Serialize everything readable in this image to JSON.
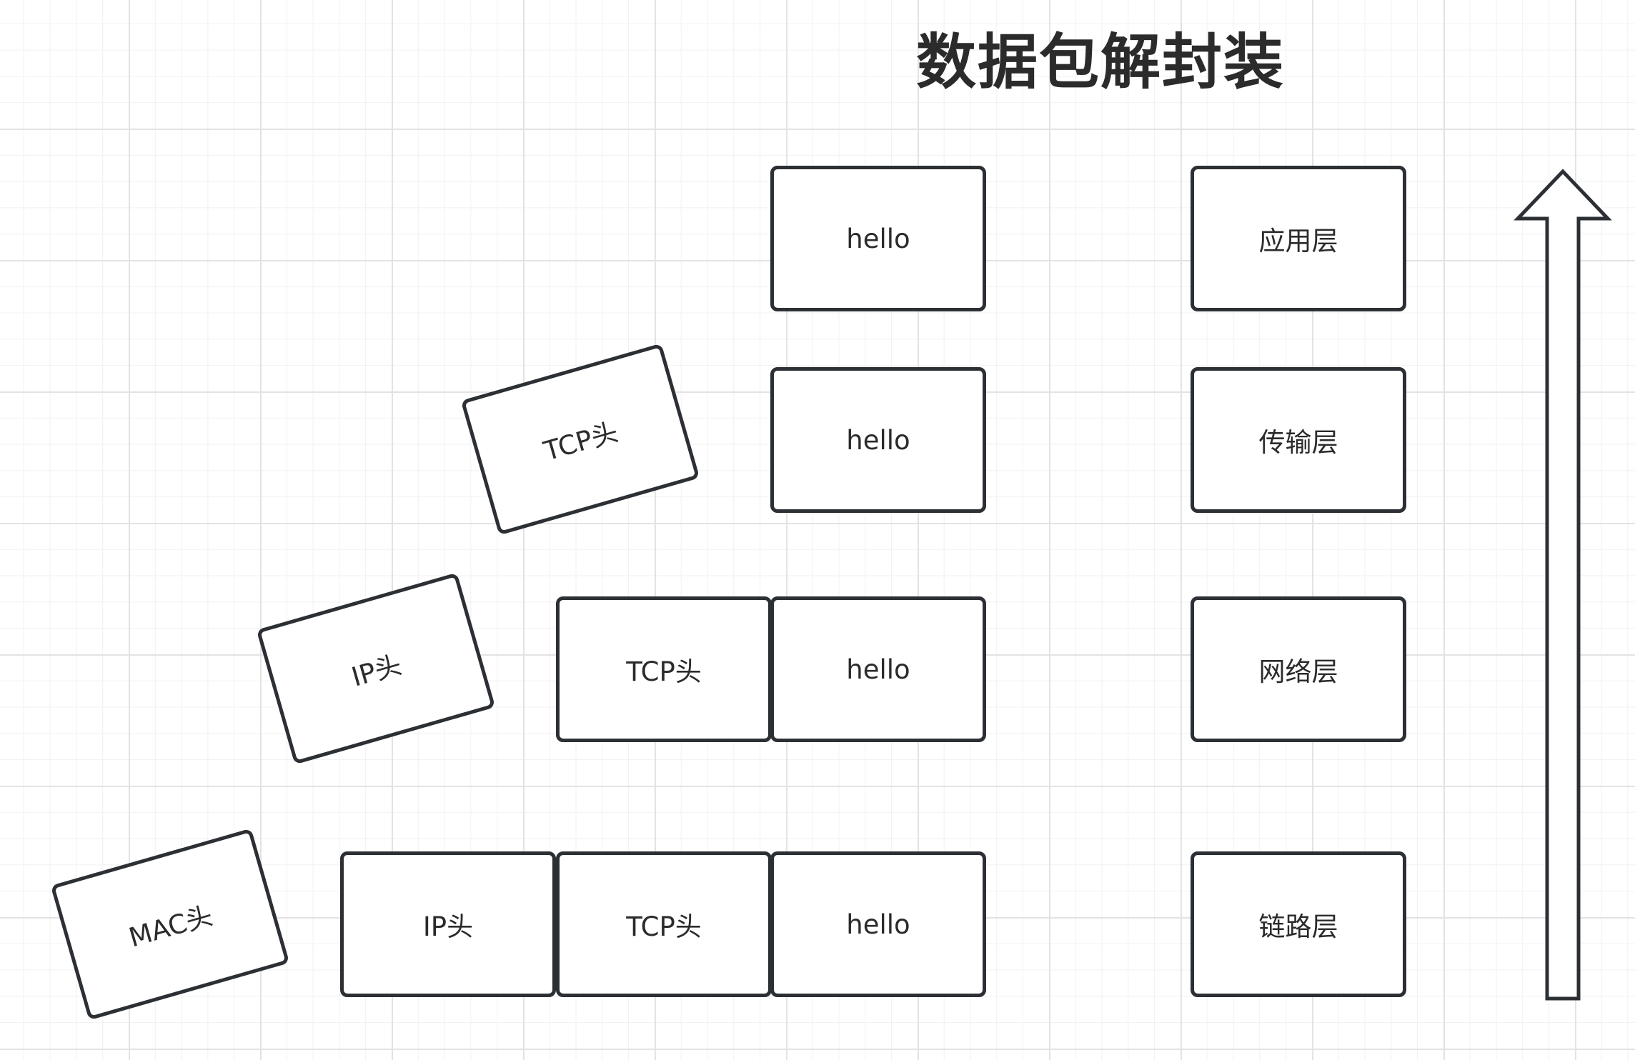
{
  "diagram": {
    "title": "数据包解封装",
    "rows": {
      "application": {
        "payload": "hello",
        "layer": "应用层"
      },
      "transport": {
        "loose_header": "TCP头",
        "payload": "hello",
        "layer": "传输层"
      },
      "network": {
        "loose_header": "IP头",
        "tcp_header": "TCP头",
        "payload": "hello",
        "layer": "网络层"
      },
      "link": {
        "loose_header": "MAC头",
        "ip_header": "IP头",
        "tcp_header": "TCP头",
        "payload": "hello",
        "layer": "链路层"
      }
    },
    "colors": {
      "stroke": "#2c3035",
      "text": "#2b2b2b",
      "grid": "#e3e3e3",
      "background": "#ffffff"
    }
  }
}
